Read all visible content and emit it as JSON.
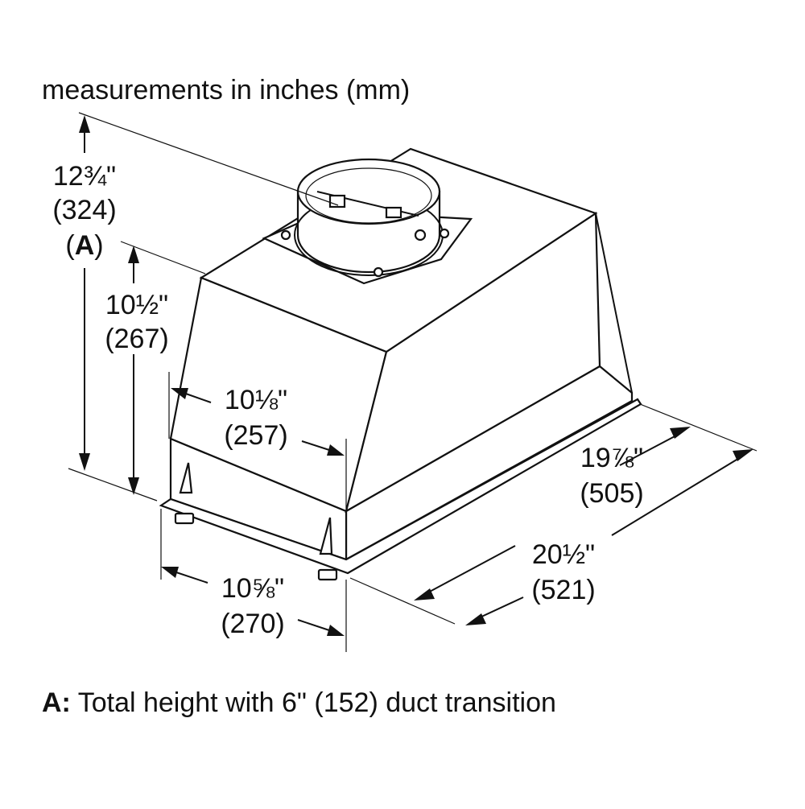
{
  "heading": "measurements in inches (mm)",
  "dimensions": {
    "total_height": {
      "inches": "12¾\"",
      "mm": "(324)",
      "marker": "A"
    },
    "body_height": {
      "inches": "10½\"",
      "mm": "(267)"
    },
    "front_inner_width": {
      "inches": "10⅛\"",
      "mm": "(257)"
    },
    "base_front_width": {
      "inches": "10⅝\"",
      "mm": "(270)"
    },
    "inner_depth": {
      "inches": "19⅞\"",
      "mm": "(505)"
    },
    "outer_depth": {
      "inches": "20½\"",
      "mm": "(521)"
    }
  },
  "footnote": {
    "label": "A:",
    "text": " Total height with 6\" (152) duct transition"
  }
}
